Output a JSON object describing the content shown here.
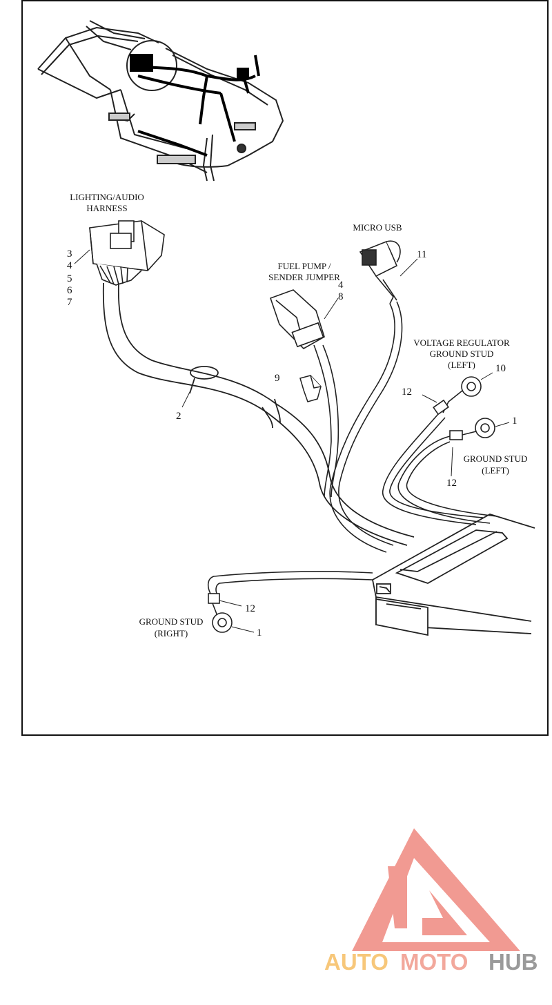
{
  "labels": {
    "lighting_audio_harness_line1": "LIGHTING/AUDIO",
    "lighting_audio_harness_line2": "HARNESS",
    "micro_usb": "MICRO USB",
    "fuel_pump_line1": "FUEL PUMP /",
    "fuel_pump_line2": "SENDER JUMPER",
    "voltage_regulator_line1": "VOLTAGE REGULATOR",
    "voltage_regulator_line2": "GROUND STUD",
    "voltage_regulator_line3": "(LEFT)",
    "ground_stud_left_line1": "GROUND STUD",
    "ground_stud_left_line2": "(LEFT)",
    "ground_stud_right_line1": "GROUND STUD",
    "ground_stud_right_line2": "(RIGHT)"
  },
  "callouts": {
    "harness_3": "3",
    "harness_4": "4",
    "harness_5": "5",
    "harness_6": "6",
    "harness_7": "7",
    "tie_2": "2",
    "fuel_4": "4",
    "fuel_8": "8",
    "clip_9": "9",
    "usb_11": "11",
    "vreg_10": "10",
    "vreg_12": "12",
    "left_1": "1",
    "left_12": "12",
    "right_12": "12",
    "right_1": "1"
  },
  "logo": {
    "text_auto": "AUTO",
    "text_moto": "MOTO",
    "text_hub": "HUB",
    "color_triangle": "#f19a92",
    "color_auto": "#f7c77a",
    "color_moto": "#f2a89c",
    "color_hub": "#9a9a9a"
  }
}
